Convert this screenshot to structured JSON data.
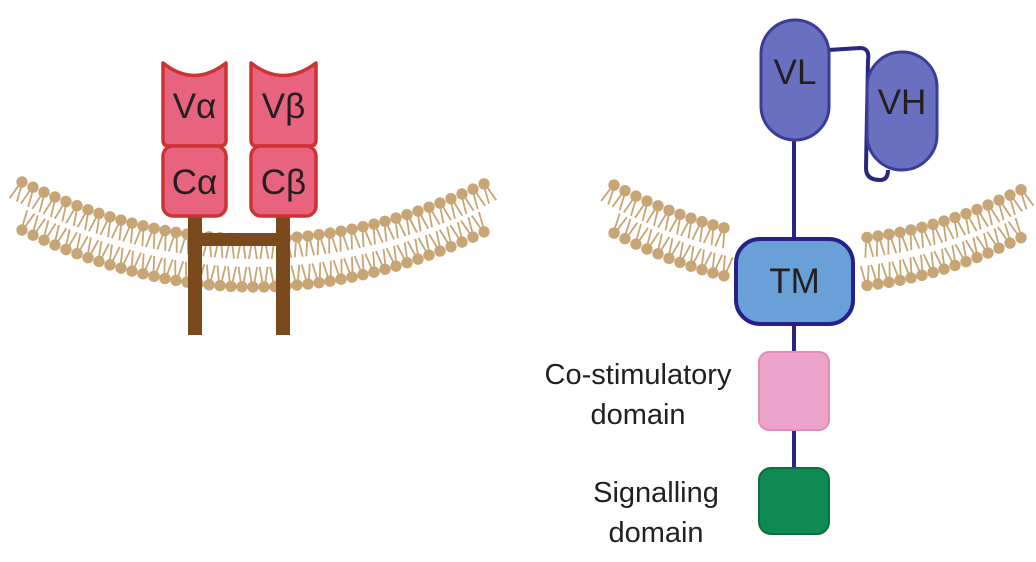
{
  "colors": {
    "lipid": "#c8a574",
    "tcr_fill": "#e8647e",
    "tcr_stroke": "#cc3332",
    "tcr_stalk": "#7a4a1e",
    "scfv_fill": "#6a70c0",
    "scfv_stroke": "#3a3c98",
    "linker": "#2a2680",
    "tm_fill": "#6aa0d8",
    "tm_stroke": "#26208a",
    "costim_fill": "#eba3c9",
    "costim_stroke": "#e28ab8",
    "signal_fill": "#0f8a52",
    "signal_stroke": "#0b6e40",
    "text": "#231f20"
  },
  "tcr": {
    "v_alpha": "Vα",
    "v_beta": "Vβ",
    "c_alpha": "Cα",
    "c_beta": "Cβ"
  },
  "car": {
    "vl": "VL",
    "vh": "VH",
    "tm": "TM",
    "costim_label": [
      "Co-stimulatory",
      "domain"
    ],
    "signal_label": [
      "Signalling",
      "domain"
    ]
  }
}
